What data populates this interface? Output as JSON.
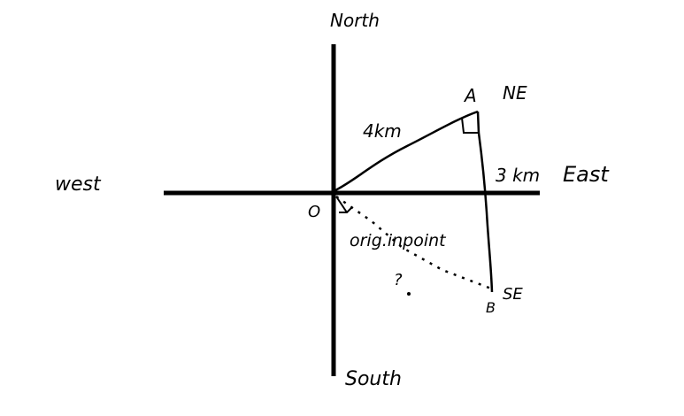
{
  "directions": {
    "north": "North",
    "south": "South",
    "east": "East",
    "west": "west",
    "northeast": "NE",
    "southeast": "SE"
  },
  "points": {
    "origin": "O",
    "a": "A",
    "b": "B"
  },
  "distances": {
    "oa": "4km",
    "ab": "3 km"
  },
  "annotations": {
    "origin_point": "orig.inpoint",
    "question": "?"
  }
}
